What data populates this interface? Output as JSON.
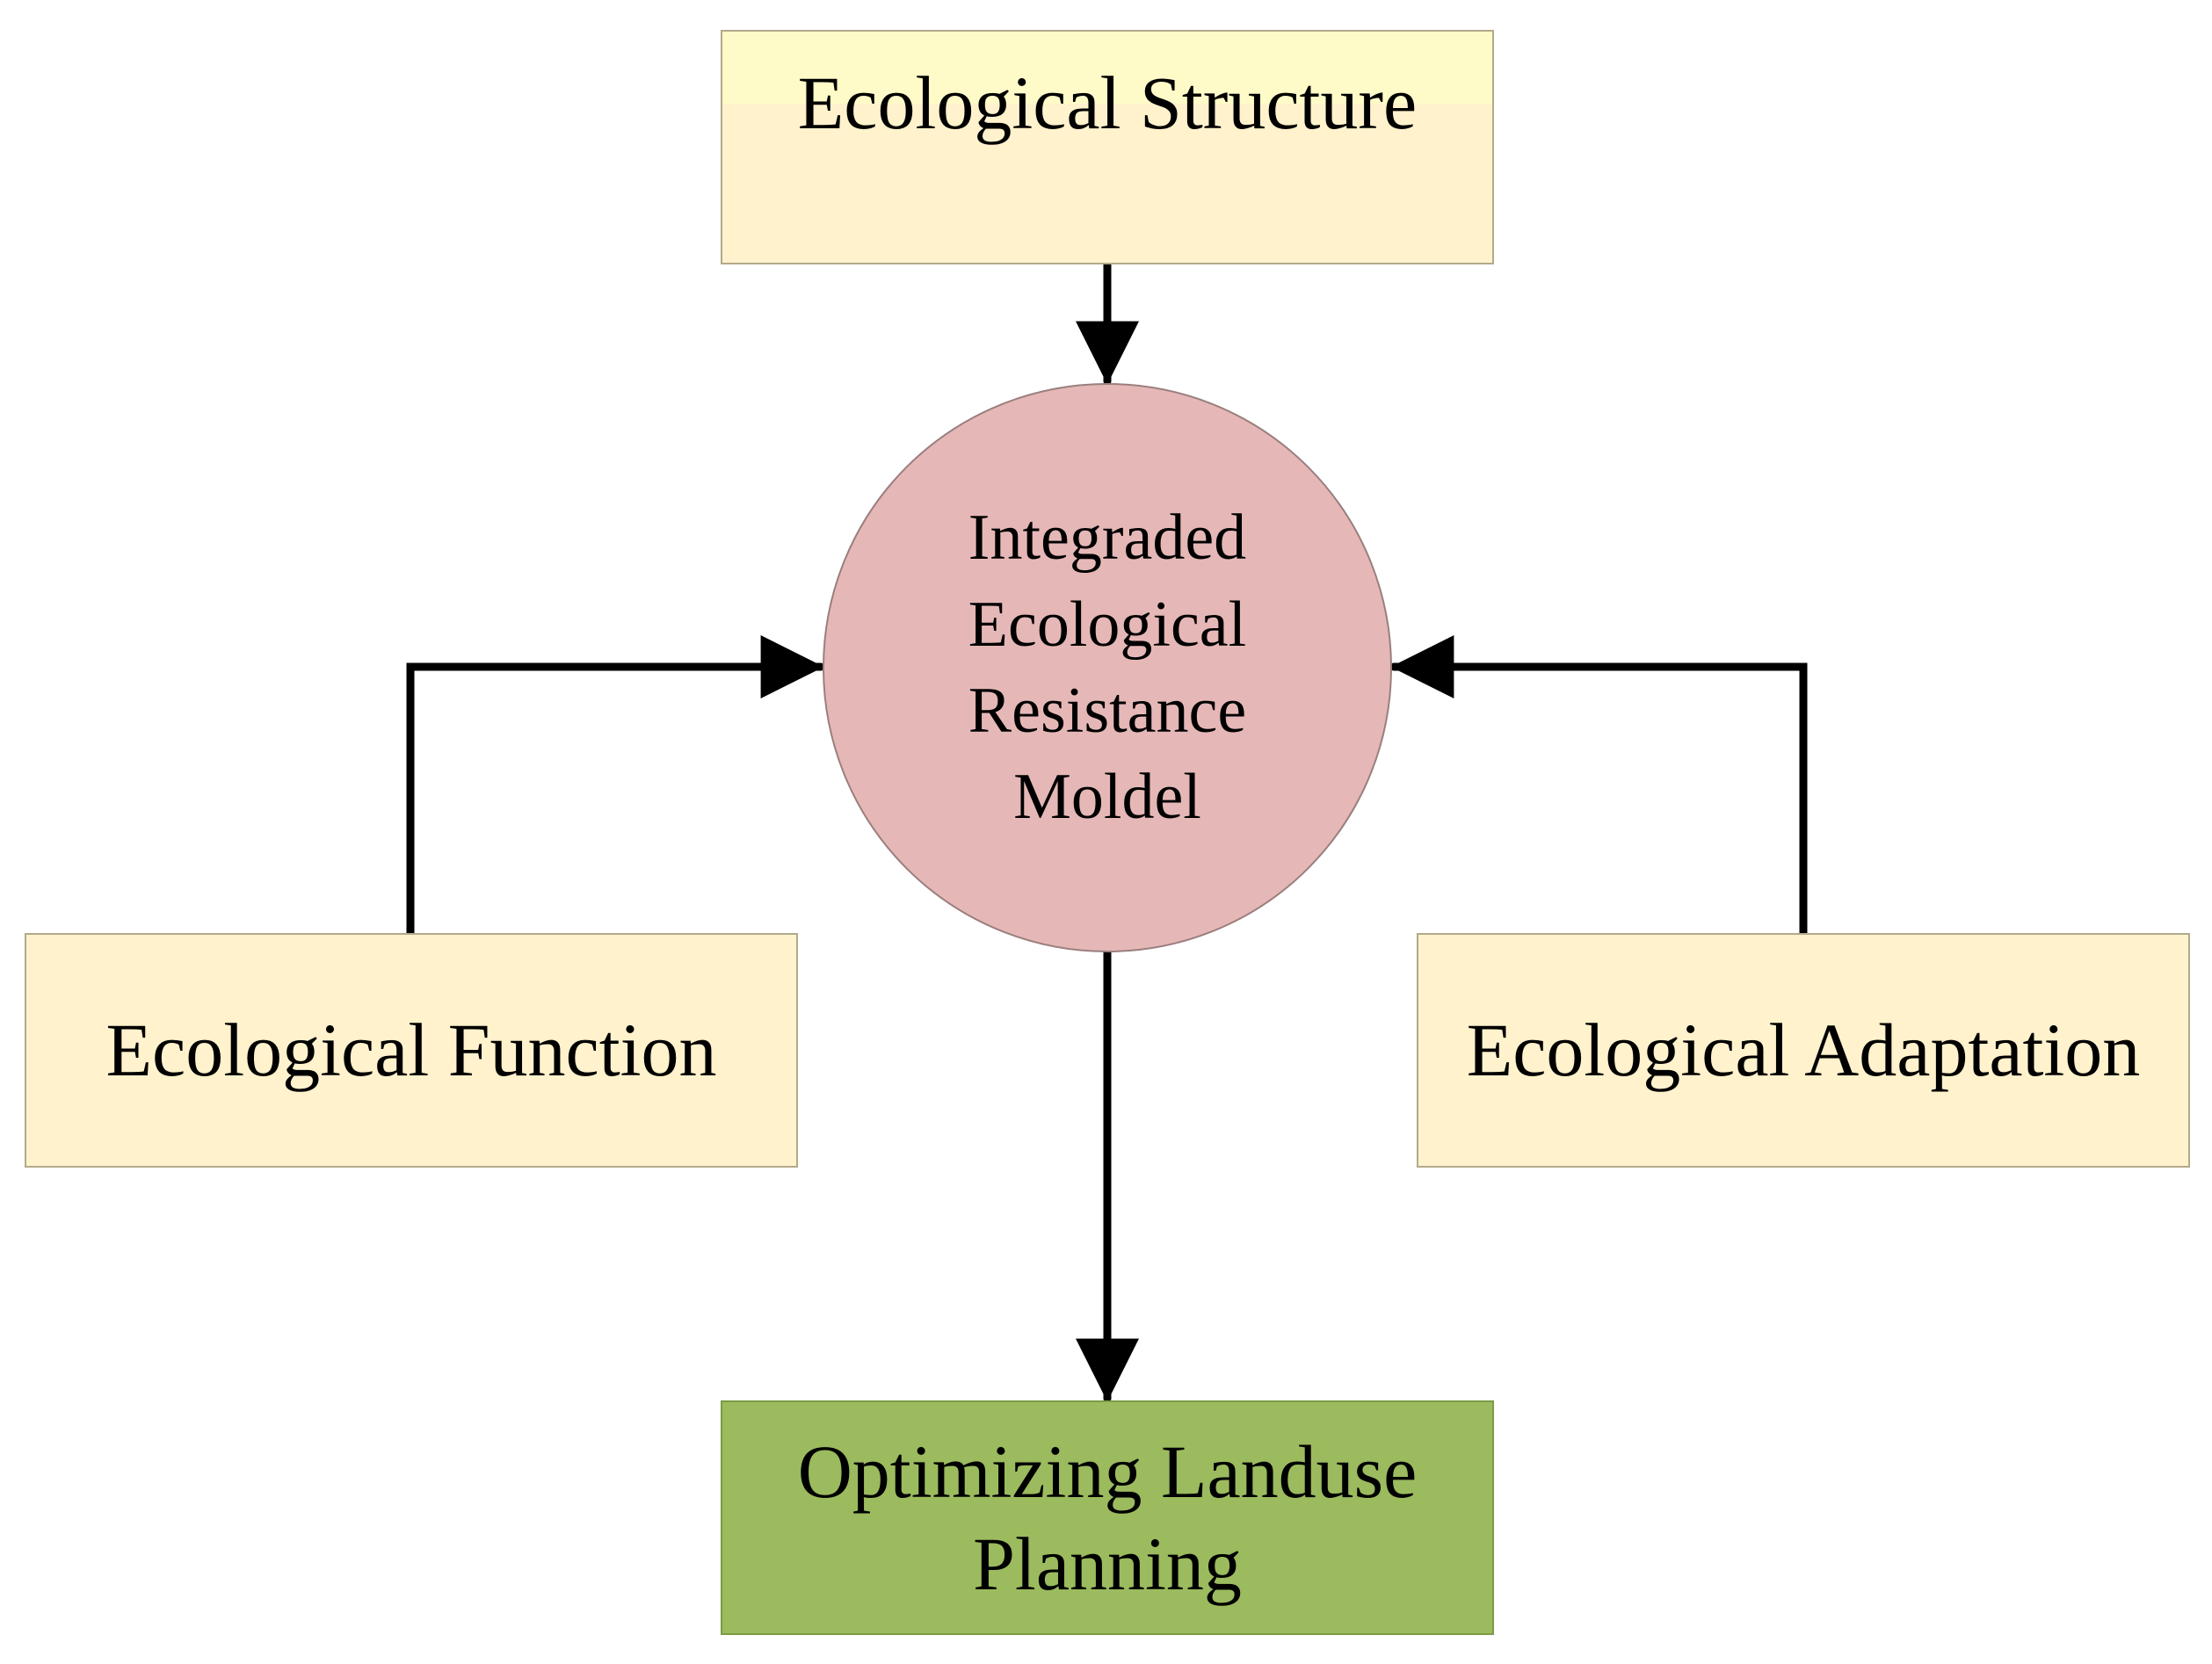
{
  "nodes": {
    "structure": {
      "label": "Ecological Structure"
    },
    "model": {
      "label": "Integraded Ecological Resistance Moldel"
    },
    "function": {
      "label": "Ecological Function"
    },
    "adaptation": {
      "label": "Ecological Adaptation"
    },
    "planning": {
      "label": "Optimizing Landuse Planning"
    }
  },
  "edges": [
    {
      "from": "structure",
      "to": "model"
    },
    {
      "from": "function",
      "to": "model"
    },
    {
      "from": "adaptation",
      "to": "model"
    },
    {
      "from": "model",
      "to": "planning"
    }
  ],
  "colors": {
    "input_box_fill": "#fff2cc",
    "top_box_highlight": "#fffbc8",
    "model_fill": "#e5b8b7",
    "output_box_fill": "#9bbb5e",
    "arrow": "#000000"
  }
}
